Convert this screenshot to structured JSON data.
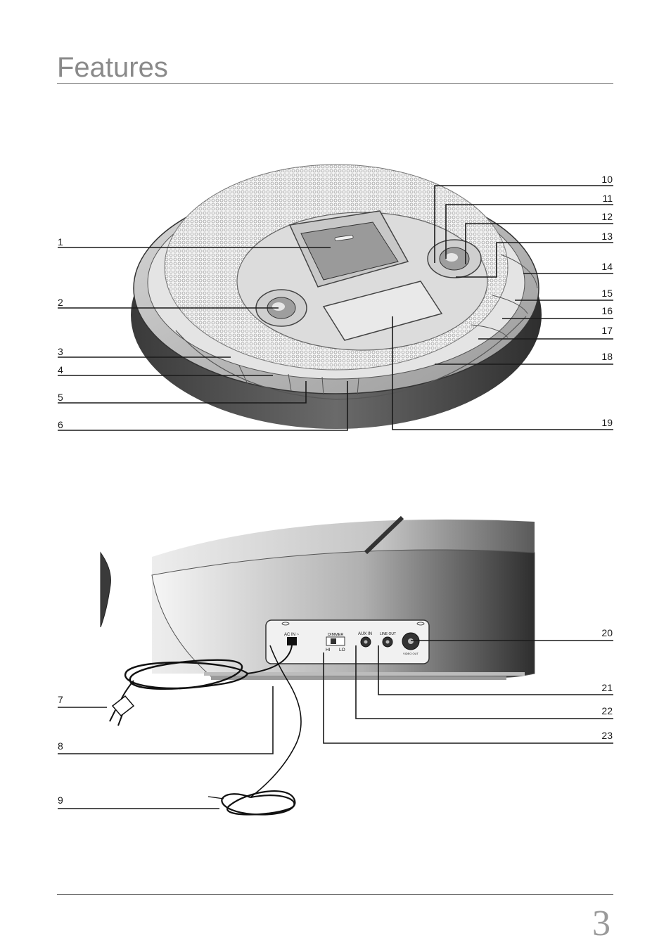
{
  "page": {
    "title": "Features",
    "page_number": "3"
  },
  "callouts_top": [
    {
      "num": "1"
    },
    {
      "num": "2"
    },
    {
      "num": "3"
    },
    {
      "num": "4"
    },
    {
      "num": "5"
    },
    {
      "num": "6"
    },
    {
      "num": "10"
    },
    {
      "num": "11"
    },
    {
      "num": "12"
    },
    {
      "num": "13"
    },
    {
      "num": "14"
    },
    {
      "num": "15"
    },
    {
      "num": "16"
    },
    {
      "num": "17"
    },
    {
      "num": "18"
    },
    {
      "num": "19"
    }
  ],
  "callouts_bottom": [
    {
      "num": "7"
    },
    {
      "num": "8"
    },
    {
      "num": "9"
    },
    {
      "num": "20"
    },
    {
      "num": "21"
    },
    {
      "num": "22"
    },
    {
      "num": "23"
    }
  ],
  "rear_panel": {
    "ac_in": "AC IN ~",
    "dimmer": "DIMMER",
    "hi": "HI",
    "lo": "LO",
    "aux_in": "AUX IN",
    "line_out": "LINE OUT",
    "video_out": "VIDEO OUT"
  }
}
